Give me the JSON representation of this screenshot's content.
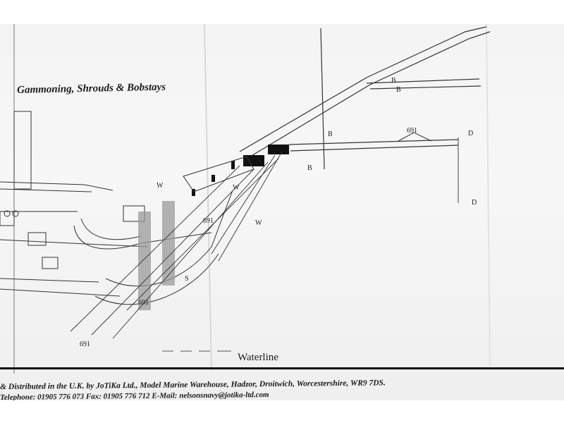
{
  "sheet": {
    "title": "Gammoning, Shrouds & Bobstays",
    "waterline_label": "Waterline",
    "footer": {
      "line1": "& Distributed in the U.K. by JoTiKa Ltd., Model Marine Warehouse, Hadzor, Droitwich, Worcestershire, WR9 7DS.",
      "line2": "Telephone: 01905 776 073    Fax: 01905 776 712    E-Mail: nelsonsnavy@jotika-ltd.com"
    },
    "labels": {
      "w1": "W",
      "w2": "W",
      "w3": "W",
      "b1": "B",
      "b2": "B",
      "b3": "B",
      "b4": "B",
      "d1": "D",
      "d2": "D",
      "n691a": "691",
      "n691b": "691",
      "n691c": "691",
      "n691d": "691",
      "s": "S"
    }
  },
  "colors": {
    "ink": "#1c1c1c",
    "paper": "#f5f5f5"
  }
}
